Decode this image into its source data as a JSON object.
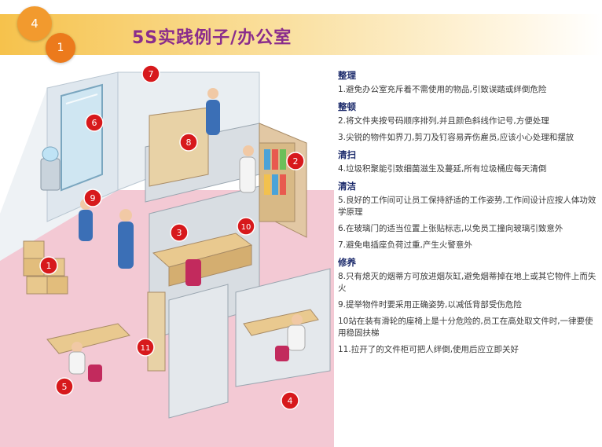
{
  "header": {
    "slide_number": "4",
    "sub_number": "1",
    "title": "5S实践例子/办公室"
  },
  "illustration": {
    "markers": [
      "7",
      "6",
      "8",
      "9",
      "2",
      "3",
      "10",
      "1",
      "5",
      "11",
      "4"
    ],
    "marker_color": "#d7191c"
  },
  "sections": [
    {
      "heading": "整理",
      "items": [
        "1.避免办公室充斥着不需使用的物品,引致误踏或绊倒危险"
      ]
    },
    {
      "heading": "整顿",
      "items": [
        "2.将文件夹按号码顺序排列,并且颜色斜线作记号,方便处理",
        "3.尖锐的物件如界刀,剪刀及钉容易弄伤雇员,应该小心处理和摆放"
      ]
    },
    {
      "heading": "清扫",
      "items": [
        "4.垃圾积聚能引致细菌滋生及蔓延,所有垃圾桶应每天清倒"
      ]
    },
    {
      "heading": "清洁",
      "items": [
        "5.良好的工作间可让员工保持舒适的工作姿势,工作间设计应按人体功效学原理",
        "6.在玻璃门的适当位置上张贴标志,以免员工撞向玻璃引致意外",
        "7.避免电插座负荷过重,产生火警意外"
      ]
    },
    {
      "heading": "修养",
      "items": [
        "8.只有熄灭的烟蒂方可放进烟灰缸,避免烟蒂掉在地上或其它物件上而失火",
        "9.提举物件时要采用正确姿势,以减低背部受伤危险",
        "10站在装有滑轮的座椅上是十分危险的,员工在高处取文件时,一律要使用稳固扶梯",
        "11.拉开了的文件柜可把人绊倒,使用后应立即关好"
      ]
    }
  ]
}
